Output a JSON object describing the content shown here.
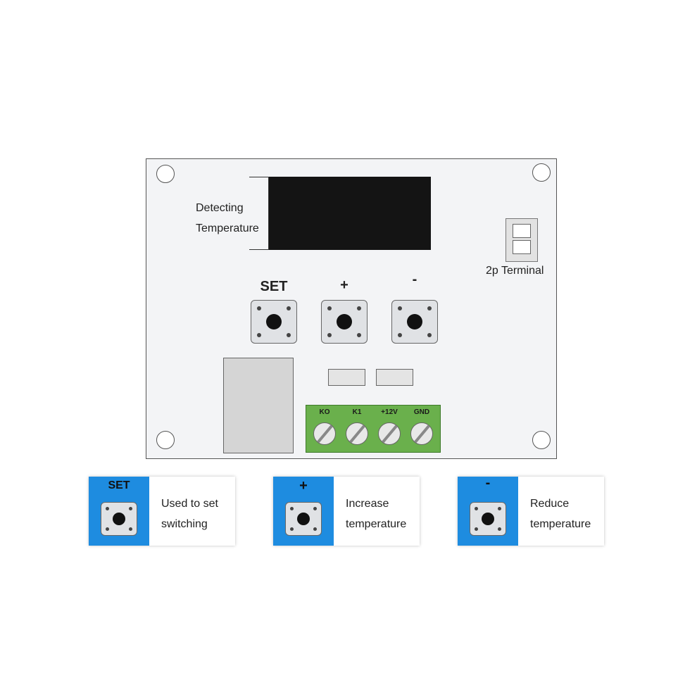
{
  "board": {
    "detect_label_line1": "Detecting",
    "detect_label_line2": "Temperature",
    "terminal_label": "2p Terminal",
    "buttons": [
      {
        "label": "SET"
      },
      {
        "label": "+"
      },
      {
        "label": "-"
      }
    ],
    "terminal_block": [
      "KO",
      "K1",
      "+12V",
      "GND"
    ]
  },
  "legend": [
    {
      "key": "SET",
      "line1": "Used to set",
      "line2": "switching"
    },
    {
      "key": "+",
      "line1": "Increase",
      "line2": "temperature"
    },
    {
      "key": "-",
      "line1": "Reduce",
      "line2": "temperature"
    }
  ],
  "colors": {
    "legend_blue": "#1e8ce0",
    "terminal_green": "#6ab04c",
    "display_black": "#141414"
  }
}
